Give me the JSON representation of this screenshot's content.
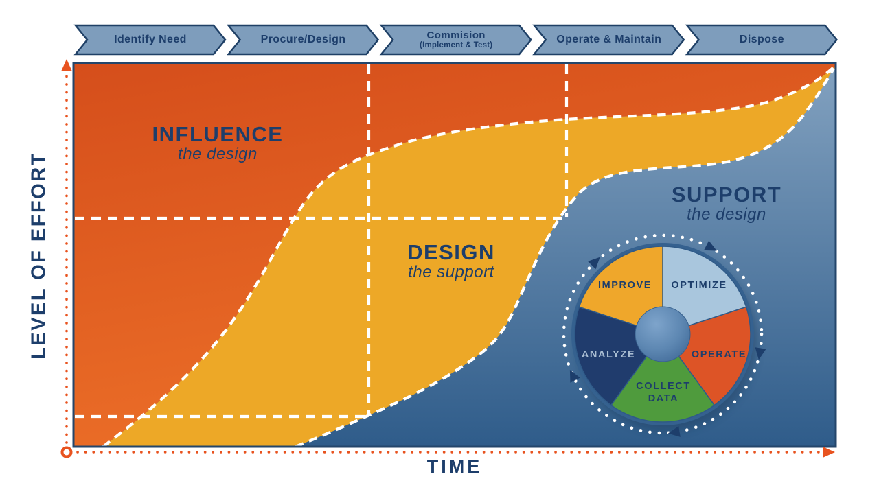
{
  "process_arrows": {
    "fill": "#7e9dbc",
    "border": "#1f4066",
    "text_color": "#1d3e6b",
    "items": [
      {
        "label": "Identify Need"
      },
      {
        "label": "Procure/Design"
      },
      {
        "label": "Commision",
        "sublabel": "(Implement & Test)"
      },
      {
        "label": "Operate & Maintain"
      },
      {
        "label": "Dispose"
      }
    ]
  },
  "axes": {
    "y_label": "LEVEL OF EFFORT",
    "x_label": "TIME",
    "color": "#e8531f"
  },
  "regions": {
    "influence": {
      "title": "INFLUENCE",
      "subtitle": "the design",
      "color_top": "#d54e1b",
      "color_bottom": "#ec6f28"
    },
    "design": {
      "title": "DESIGN",
      "subtitle": "the support",
      "color": "#eda827"
    },
    "support": {
      "title": "SUPPORT",
      "subtitle": "the design",
      "color_top": "#83a2c0",
      "color_bottom": "#2f5c8a"
    }
  },
  "guides": {
    "dash_color": "#ffffff"
  },
  "lifecycle_wheel": {
    "ring_color": "#35618f",
    "hub_color": "#5d87b2",
    "arrow_color": "#1d3e6b",
    "segments": [
      {
        "label": "IMPROVE",
        "color": "#efa72b",
        "text_color": "#1d3e6b"
      },
      {
        "label": "OPTIMIZE",
        "color": "#a9c6dd",
        "text_color": "#1d3e6b"
      },
      {
        "label": "OPERATE",
        "color": "#dd5426",
        "text_color": "#1d3e6b"
      },
      {
        "label": "COLLECT DATA",
        "color": "#4f9b3d",
        "text_color": "#1d3e6b"
      },
      {
        "label": "ANALYZE",
        "color": "#203c6d",
        "text_color": "#a9bdd2"
      }
    ]
  }
}
